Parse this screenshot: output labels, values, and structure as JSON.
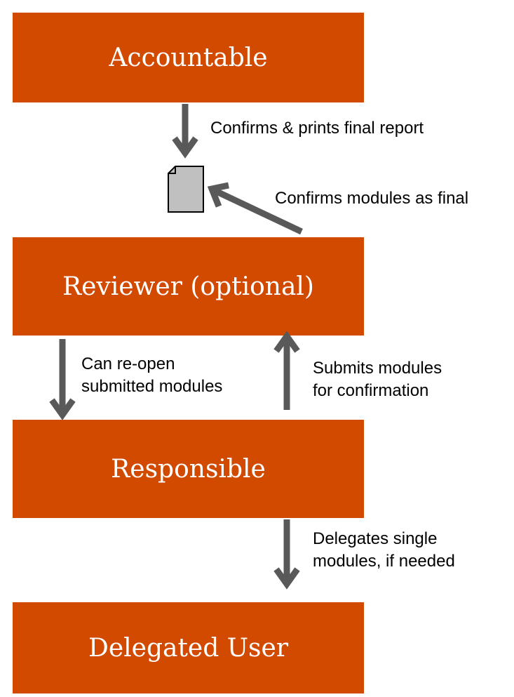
{
  "roles": {
    "accountable": "Accountable",
    "reviewer": "Reviewer (optional)",
    "responsible": "Responsible",
    "delegated": "Delegated User"
  },
  "flows": {
    "confirms_report": "Confirms & prints final report",
    "confirms_modules": "Confirms modules as final",
    "reopen_line1": "Can re-open",
    "reopen_line2": "submitted modules",
    "submits_line1": "Submits modules",
    "submits_line2": "for confirmation",
    "delegates_line1": "Delegates single",
    "delegates_line2": "modules, if needed"
  },
  "colors": {
    "box": "#d24a00",
    "arrow": "#595959",
    "document": "#c0c0c0"
  },
  "icons": {
    "report": "document-icon"
  }
}
